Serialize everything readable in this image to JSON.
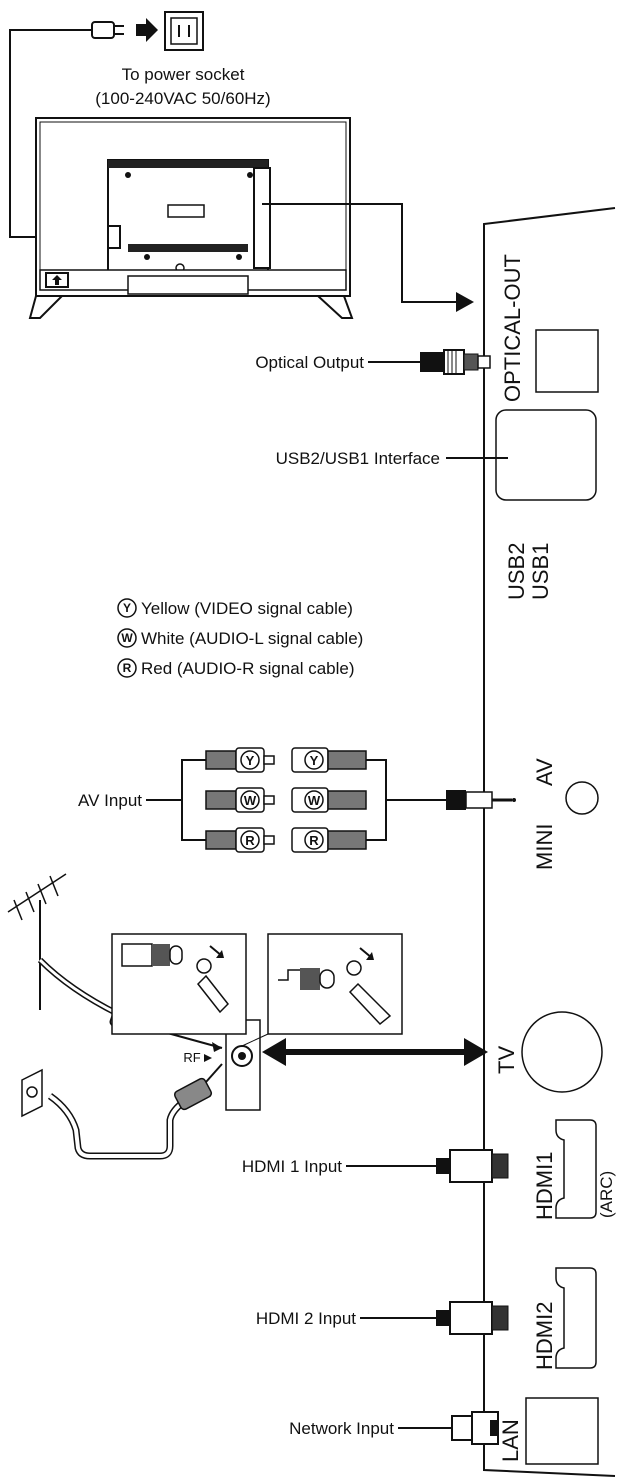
{
  "power": {
    "line1": "To power socket",
    "line2": "(100-240VAC 50/60Hz)"
  },
  "labels": {
    "optical_output": "Optical Output",
    "usb_interface": "USB2/USB1 Interface",
    "av_input": "AV Input",
    "hdmi1_input": "HDMI 1 Input",
    "hdmi2_input": "HDMI 2 Input",
    "network_input": "Network Input",
    "rf": "RF"
  },
  "legend": [
    {
      "letter": "Y",
      "text": "Yellow (VIDEO signal cable)"
    },
    {
      "letter": "W",
      "text": "White (AUDIO-L signal cable)"
    },
    {
      "letter": "R",
      "text": "Red (AUDIO-R signal cable)"
    }
  ],
  "rca_letters": [
    "Y",
    "W",
    "R"
  ],
  "panel": {
    "optical": "OPTICAL-OUT",
    "usb2": "USB2",
    "usb1": "USB1",
    "mini": "MINI",
    "av": "AV",
    "tv": "TV",
    "hdmi1": "HDMI1",
    "arc": "(ARC)",
    "hdmi2": "HDMI2",
    "lan": "LAN"
  }
}
